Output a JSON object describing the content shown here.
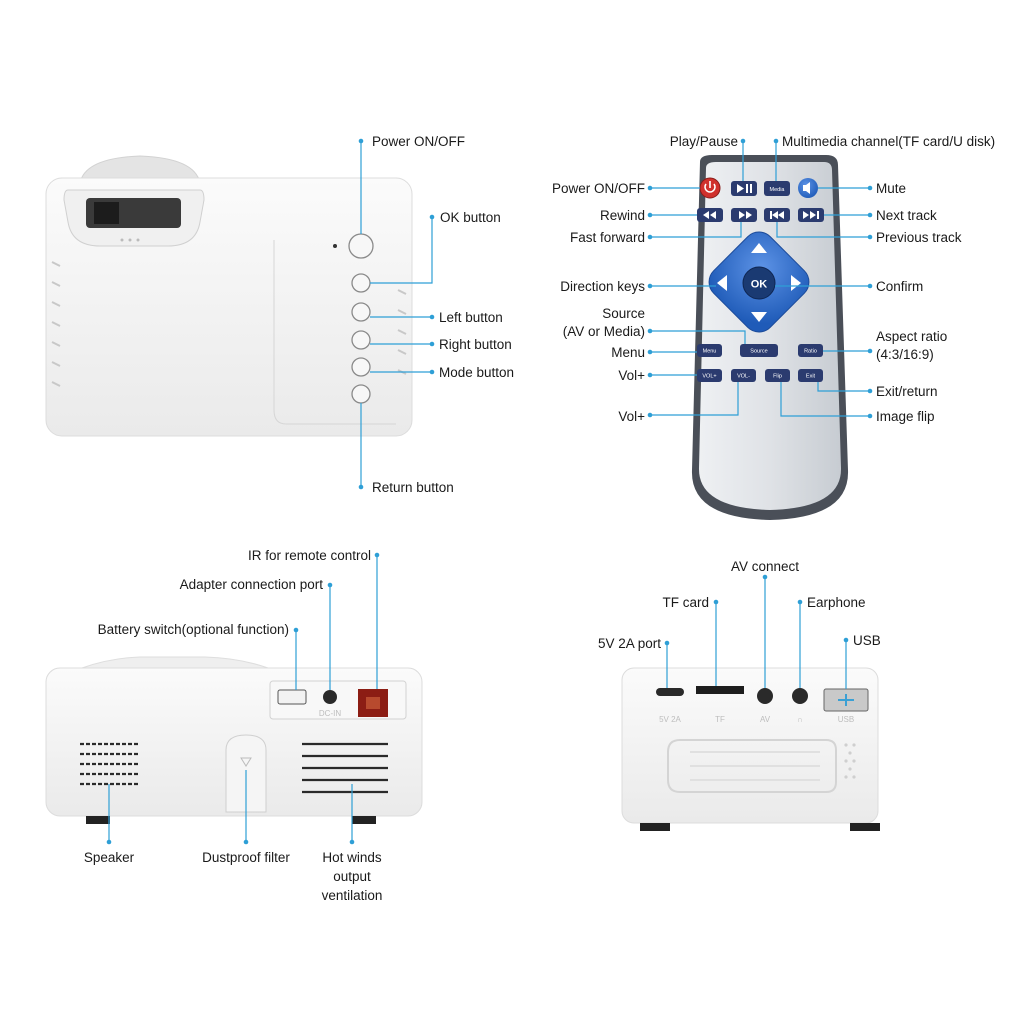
{
  "colors": {
    "callout": "#2e9fd6",
    "body": "#f4f4f4",
    "remote_button_blue": "#2f6fd0"
  },
  "front_panel": {
    "power": "Power ON/OFF",
    "ok": "OK button",
    "left": "Left button",
    "right": "Right button",
    "mode": "Mode button",
    "return": "Return button"
  },
  "remote": {
    "labels": {
      "play_pause": "Play/Pause",
      "multimedia": "Multimedia channel(TF card/U disk)",
      "power": "Power ON/OFF",
      "mute": "Mute",
      "rewind": "Rewind",
      "next_track": "Next track",
      "fast_forward": "Fast forward",
      "previous_track": "Previous track",
      "direction_keys": "Direction keys",
      "confirm": "Confirm",
      "source_1": "Source",
      "source_2": "(AV or Media)",
      "aspect_1": "Aspect ratio",
      "aspect_2": "(4:3/16:9)",
      "menu": "Menu",
      "vol_plus_1": "Vol+",
      "exit": "Exit/return",
      "vol_plus_2": "Vol+",
      "flip": "Image flip"
    },
    "keys": {
      "media": "Media",
      "ok": "OK",
      "menu": "Menu",
      "source": "Source",
      "ratio": "Ratio",
      "vol_plus": "VOL+",
      "vol_minus": "VOL-",
      "flip": "Flip",
      "exit": "Exit"
    }
  },
  "back_panel": {
    "ir": "IR for remote control",
    "adapter": "Adapter connection port",
    "battery": "Battery switch(optional function)",
    "speaker": "Speaker",
    "filter": "Dustproof filter",
    "vent_1": "Hot winds",
    "vent_2": "output",
    "vent_3": "ventilation",
    "dc_mark": "DC-IN"
  },
  "side_panel": {
    "av": "AV connect",
    "tf": "TF card",
    "earphone": "Earphone",
    "port": "5V 2A port",
    "usb": "USB",
    "marks": {
      "port": "5V 2A",
      "tf": "TF",
      "av": "AV",
      "ear": "∩",
      "usb": "USB"
    }
  }
}
